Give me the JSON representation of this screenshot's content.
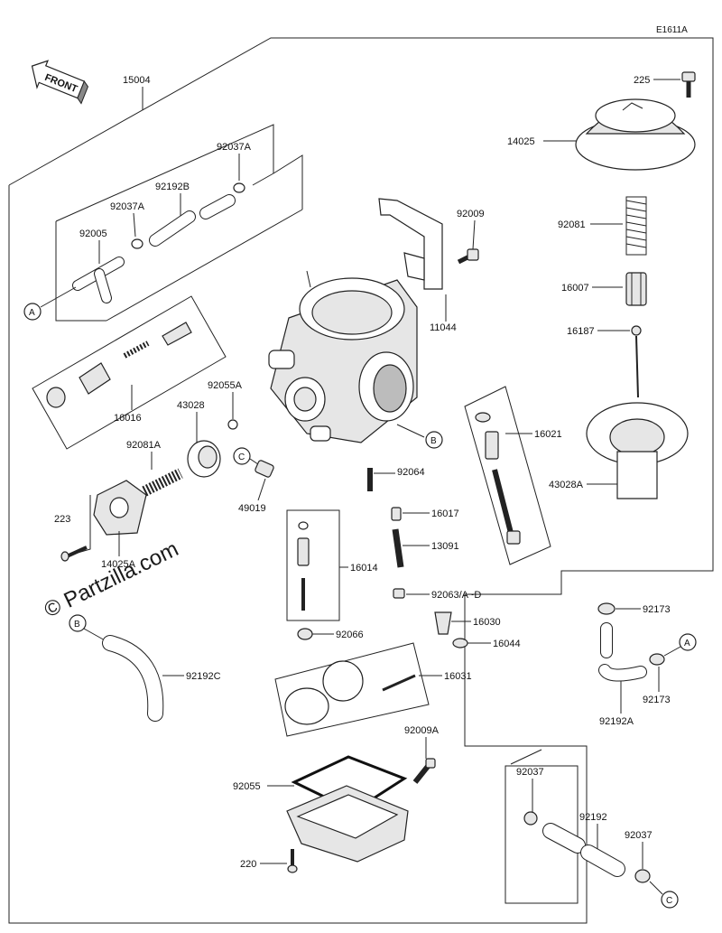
{
  "diagram": {
    "code": "E1611A",
    "front_label": "FRONT",
    "watermark": "© Partzilla.com",
    "callouts": {
      "a": "A",
      "b": "B",
      "c": "C"
    },
    "labels": {
      "p15004": "15004",
      "p92037A_1": "92037A",
      "p92192B": "92192B",
      "p92037A_2": "92037A",
      "p92005": "92005",
      "p16016": "16016",
      "p92009": "92009",
      "p11044": "11044",
      "p225": "225",
      "p14025": "14025",
      "p92081": "92081",
      "p16007": "16007",
      "p16187": "16187",
      "p43028A": "43028A",
      "p16021": "16021",
      "p92055A": "92055A",
      "p43028": "43028",
      "p92081A": "92081A",
      "p49019": "49019",
      "p92064": "92064",
      "p223": "223",
      "p14025A": "14025A",
      "p16017": "16017",
      "p13091": "13091",
      "p16014": "16014",
      "p92063": "92063/A~D",
      "p16030": "16030",
      "p16044": "16044",
      "p92066": "92066",
      "p92192C": "92192C",
      "p16031": "16031",
      "p92173_1": "92173",
      "p92173_2": "92173",
      "p92192A": "92192A",
      "p92009A": "92009A",
      "p92055": "92055",
      "p220": "220",
      "p92037_1": "92037",
      "p92192": "92192",
      "p92037_2": "92037"
    }
  }
}
